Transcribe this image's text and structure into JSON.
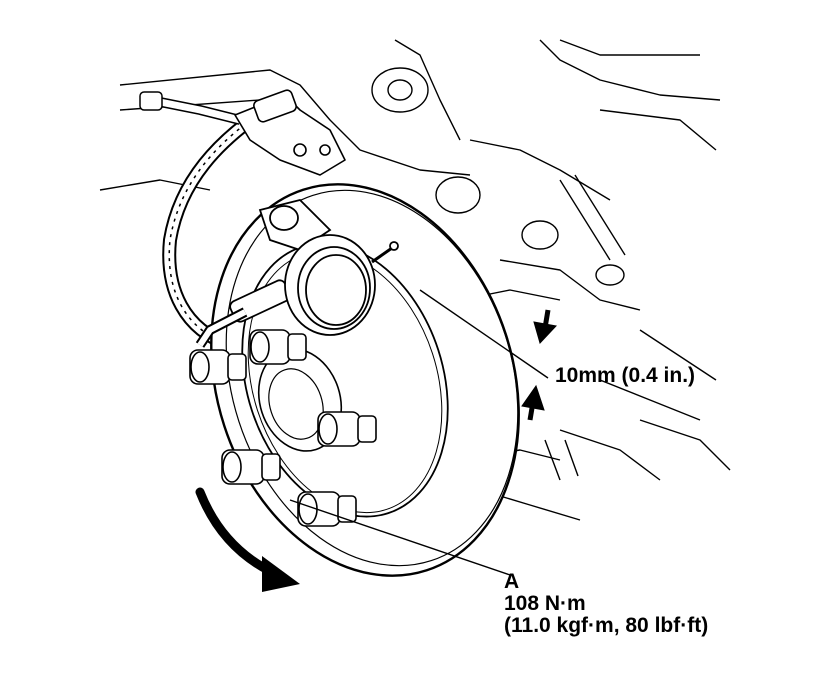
{
  "labels": {
    "measurement_point": "10mm (0.4 in.)",
    "callout_letter": "A",
    "torque_metric": "108 N·m",
    "torque_imperial": "(11.0 kgf·m, 80 lbf·ft)"
  },
  "icons": {
    "rotation": "curved-arrow",
    "measurement": "pair-of-arrows"
  },
  "colors": {
    "line": "#000000",
    "background": "#ffffff"
  }
}
